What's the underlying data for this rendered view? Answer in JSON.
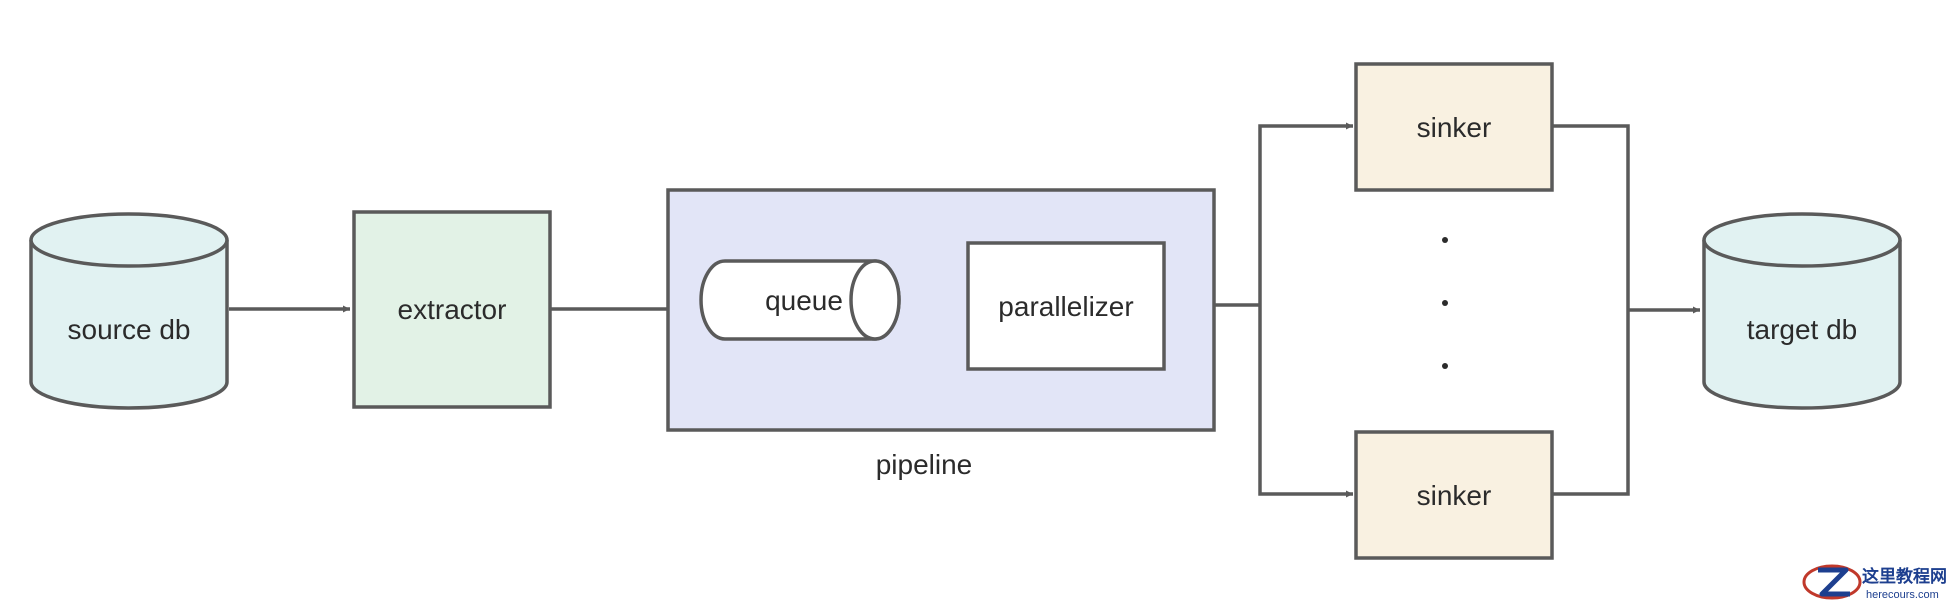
{
  "diagram": {
    "nodes": {
      "source_db": "source db",
      "extractor": "extractor",
      "queue": "queue",
      "parallelizer": "parallelizer",
      "sinker_top": "sinker",
      "sinker_bottom": "sinker",
      "target_db": "target db"
    },
    "group_label": "pipeline"
  },
  "colors": {
    "db_fill": "#e1f2f2",
    "extractor_fill": "#e2f2e6",
    "pipeline_fill": "#e2e5f7",
    "sinker_fill": "#f9f1e1",
    "stroke": "#5a5a5a",
    "text": "#2b2b2b",
    "watermark": "#1d3f8f"
  },
  "watermark": {
    "title": "这里教程网",
    "subtitle": "herecours.com"
  }
}
